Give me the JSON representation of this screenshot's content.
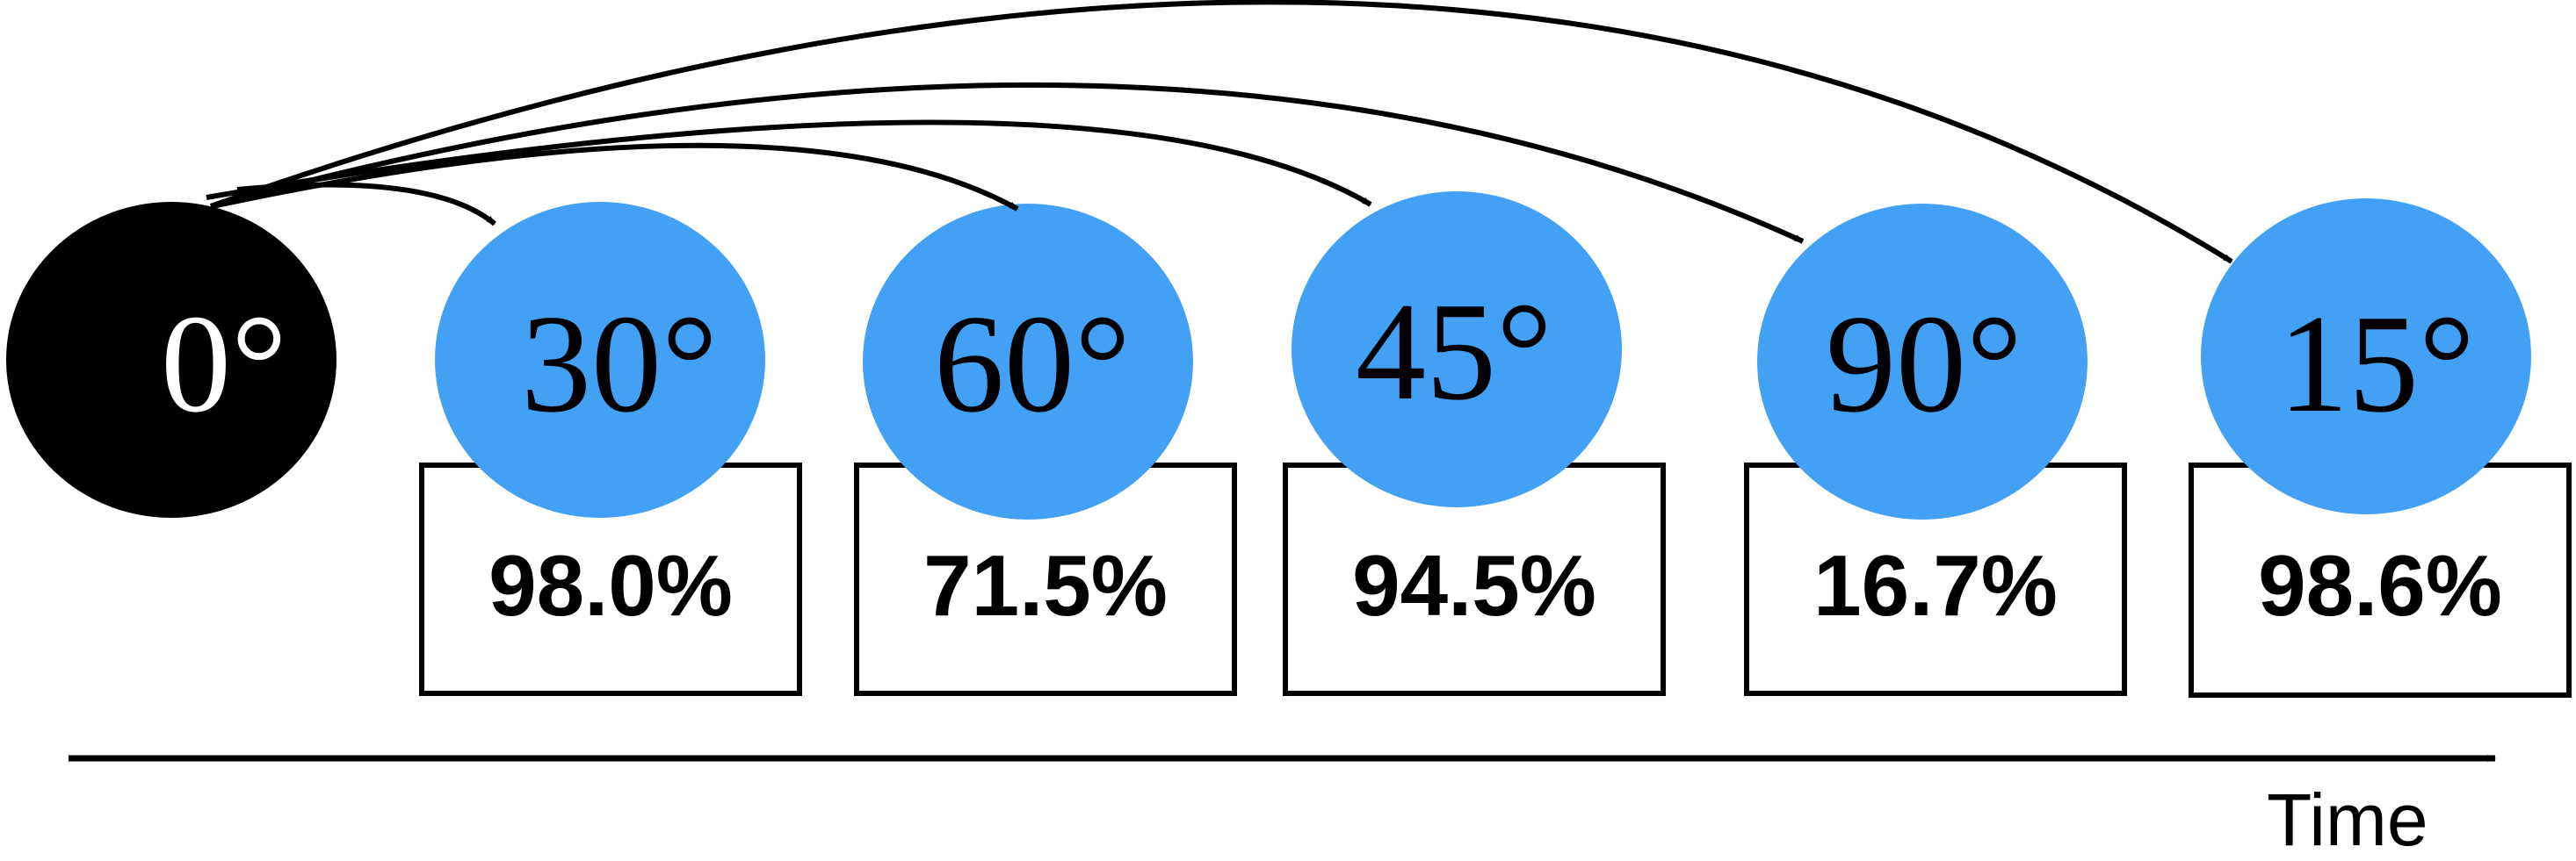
{
  "colors": {
    "origin_fill": "#000000",
    "node_fill": "#42a0f5",
    "stroke": "#000000",
    "origin_text": "#ffffff",
    "node_text": "#000000"
  },
  "origin": {
    "label": "0°"
  },
  "steps": [
    {
      "angle": "30°",
      "accuracy": "98.0%"
    },
    {
      "angle": "60°",
      "accuracy": "71.5%"
    },
    {
      "angle": "45°",
      "accuracy": "94.5%"
    },
    {
      "angle": "90°",
      "accuracy": "16.7%"
    },
    {
      "angle": "15°",
      "accuracy": "98.6%"
    }
  ],
  "time_axis": {
    "label": "Time"
  }
}
